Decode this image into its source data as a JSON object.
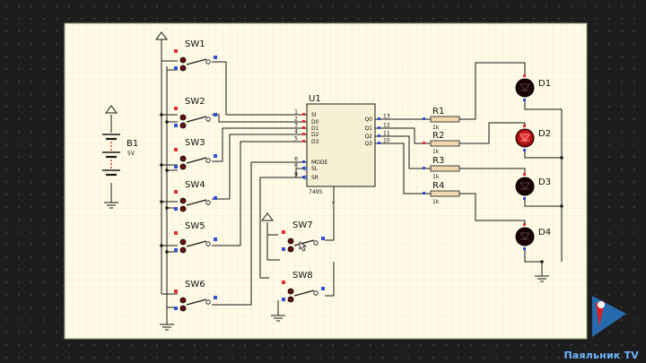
{
  "switches": [
    "SW1",
    "SW2",
    "SW3",
    "SW4",
    "SW5",
    "SW6",
    "SW7",
    "SW8"
  ],
  "chip": {
    "ref": "U1",
    "part": "7495",
    "left_pins": [
      {
        "num": "1",
        "name": "SI"
      },
      {
        "num": "2",
        "name": "D0"
      },
      {
        "num": "3",
        "name": "D1"
      },
      {
        "num": "4",
        "name": "D2"
      },
      {
        "num": "5",
        "name": "D3"
      },
      {
        "num": "6",
        "name": "MODE"
      },
      {
        "num": "8",
        "name": "SL"
      },
      {
        "num": "9",
        "name": "SR"
      }
    ],
    "right_pins": [
      {
        "num": "13",
        "name": "Q0"
      },
      {
        "num": "12",
        "name": "Q1"
      },
      {
        "num": "11",
        "name": "Q2"
      },
      {
        "num": "10",
        "name": "Q3"
      }
    ]
  },
  "battery": {
    "ref": "B1",
    "value": "5V"
  },
  "resistors": [
    {
      "ref": "R1",
      "value": "1k"
    },
    {
      "ref": "R2",
      "value": "1k"
    },
    {
      "ref": "R3",
      "value": "1k"
    },
    {
      "ref": "R4",
      "value": "1k"
    }
  ],
  "leds": [
    {
      "ref": "D1",
      "lit": false
    },
    {
      "ref": "D2",
      "lit": true
    },
    {
      "ref": "D3",
      "lit": false
    },
    {
      "ref": "D4",
      "lit": false
    }
  ],
  "colors": {
    "sheet": "#fffbe6",
    "wire": "#1a1a1a",
    "led_off": "#1a0000",
    "led_on": "#c00000",
    "pin_red": "#e03030",
    "pin_blue": "#3050d0"
  },
  "watermark": "Паяльник TV"
}
